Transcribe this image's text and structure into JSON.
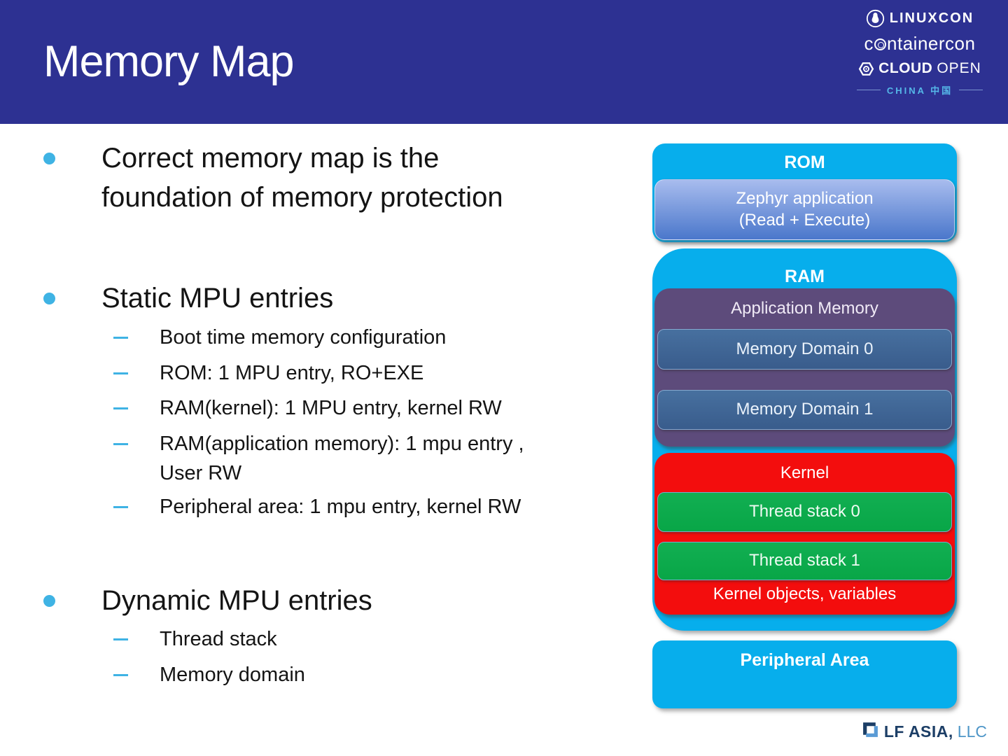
{
  "header": {
    "title": "Memory Map",
    "logos": {
      "linuxcon": "LINUXCON",
      "containercon_c": "c",
      "containercon_rest": "ntainercon",
      "cloud": "CLOUD",
      "open": "OPEN",
      "china": "CHINA 中国"
    }
  },
  "content": {
    "bullet1": {
      "line1": "Correct memory map is the",
      "line2": "foundation of memory protection"
    },
    "bullet2": "Static MPU entries",
    "static_sub": [
      {
        "line1": "Boot time memory configuration"
      },
      {
        "line1": "ROM: 1 MPU entry, RO+EXE"
      },
      {
        "line1": "RAM(kernel): 1 MPU entry, kernel RW"
      },
      {
        "line1": "RAM(application memory): 1 mpu entry ,",
        "line2": "User RW"
      },
      {
        "line1": "Peripheral area: 1 mpu entry, kernel RW"
      }
    ],
    "bullet3": "Dynamic MPU entries",
    "dynamic_sub": [
      {
        "line1": "Thread stack"
      },
      {
        "line1": "Memory domain"
      }
    ]
  },
  "diagram": {
    "rom": {
      "title": "ROM",
      "zephyr_line1": "Zephyr application",
      "zephyr_line2": "(Read + Execute)"
    },
    "ram": {
      "title": "RAM",
      "application_memory": "Application Memory",
      "memory_domain_0": "Memory Domain 0",
      "memory_domain_1": "Memory Domain 1",
      "kernel": "Kernel",
      "thread_stack_0": "Thread stack 0",
      "thread_stack_1": "Thread stack 1",
      "kernel_objects": "Kernel objects, variables"
    },
    "peripheral": "Peripheral Area"
  },
  "footer": {
    "lf_asia": "LF ASIA,",
    "llc": "LLC"
  },
  "colors": {
    "header_bg": "#2D3192",
    "cyan": "#07AEEC",
    "purple": "#5D4B7B",
    "slate_top": "#47709F",
    "slate_bottom": "#395C8C",
    "red": "#F30D0D",
    "green_top": "#12AF52",
    "green_bottom": "#08A647",
    "zephyr_top": "#A8BCEE",
    "zephyr_bottom": "#4A77CB",
    "accent": "#3FB3E4",
    "china": "#55B8E8",
    "lf_navy": "#1C3E66",
    "lf_blue": "#4E96C8",
    "text": "#141414"
  }
}
